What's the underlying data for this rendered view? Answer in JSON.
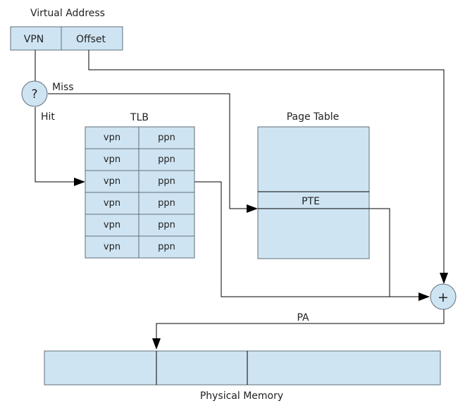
{
  "virtual_address": {
    "title": "Virtual Address",
    "vpn_label": "VPN",
    "offset_label": "Offset"
  },
  "tlb_check": {
    "symbol": "?",
    "miss_label": "Miss",
    "hit_label": "Hit"
  },
  "tlb": {
    "title": "TLB",
    "rows": [
      {
        "vpn": "vpn",
        "ppn": "ppn"
      },
      {
        "vpn": "vpn",
        "ppn": "ppn"
      },
      {
        "vpn": "vpn",
        "ppn": "ppn"
      },
      {
        "vpn": "vpn",
        "ppn": "ppn"
      },
      {
        "vpn": "vpn",
        "ppn": "ppn"
      },
      {
        "vpn": "vpn",
        "ppn": "ppn"
      }
    ]
  },
  "page_table": {
    "title": "Page Table",
    "entry_label": "PTE"
  },
  "adder": {
    "symbol": "+"
  },
  "pa_label": "PA",
  "physical_memory": {
    "title": "Physical Memory"
  },
  "colors": {
    "box_fill": "#cfe4f2",
    "box_stroke": "#5f6f7a",
    "line": "#000000"
  }
}
